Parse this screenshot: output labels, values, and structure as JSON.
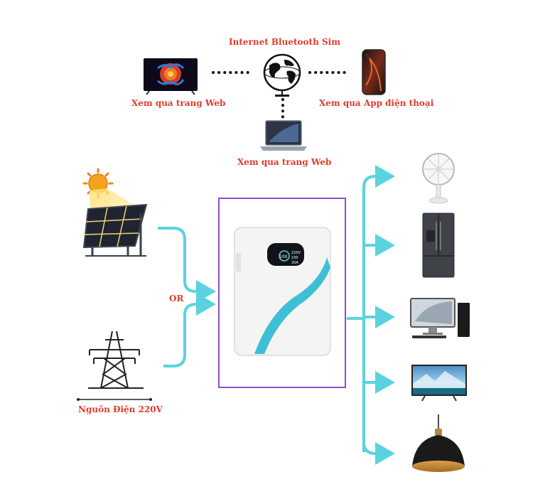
{
  "top": {
    "connectivity_label": "Internet Bluetooth Sim",
    "tv_label": "Xem qua trang Web",
    "phone_label": "Xem qua App điện thoại",
    "laptop_label": "Xem qua trang Web"
  },
  "inputs": {
    "or_label": "OR",
    "grid_label": "Nguồn Điện 220V"
  },
  "battery_display": {
    "percent": "100",
    "voltage": "220V",
    "readout_2": "230",
    "readout_3": "20A"
  },
  "colors": {
    "accent_text": "#e23a2b",
    "flow_line": "#5ad3df",
    "box_border": "#8a4fc8"
  },
  "loads": [
    "fan-icon",
    "fridge-icon",
    "desktop-computer-icon",
    "tv-icon",
    "pendant-lamp-icon"
  ]
}
